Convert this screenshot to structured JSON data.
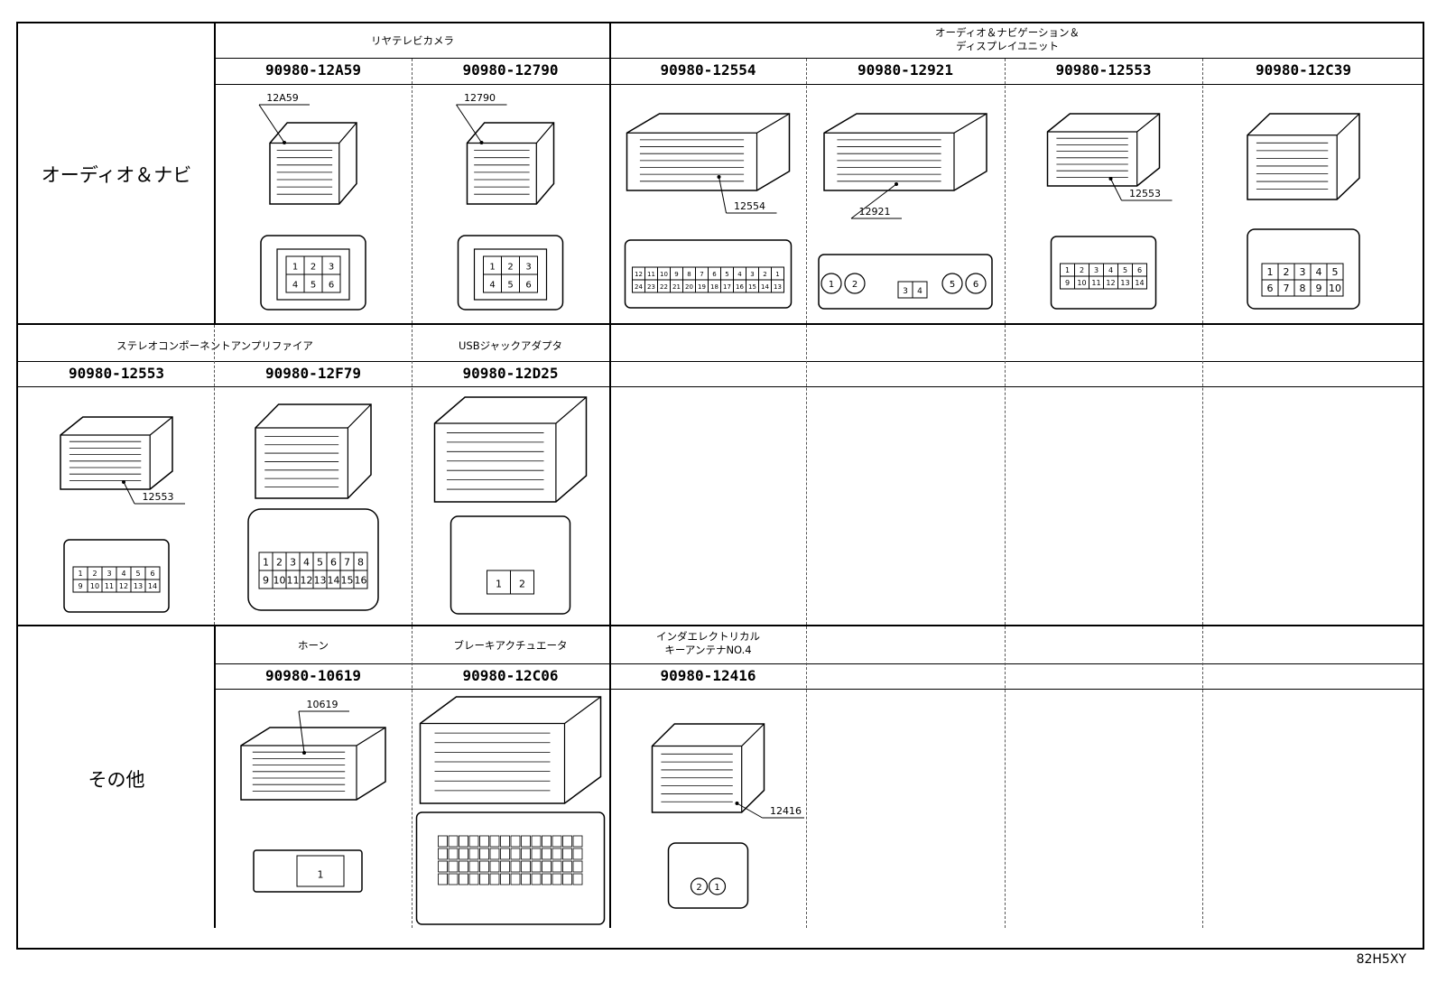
{
  "sections": [
    {
      "category": "オーディオ＆ナビ",
      "groups": [
        {
          "caption": "リヤテレビカメラ"
        },
        {
          "caption": "オーディオ＆ナビゲーション＆\nディスプレイユニット"
        }
      ],
      "parts": [
        {
          "part_no": "90980-12A59",
          "tag": "12A59",
          "type": "small",
          "pins": [
            "1",
            "2",
            "3",
            "4",
            "5",
            "6"
          ]
        },
        {
          "part_no": "90980-12790",
          "tag": "12790",
          "type": "small",
          "pins": [
            "1",
            "2",
            "3",
            "4",
            "5",
            "6"
          ]
        },
        {
          "part_no": "90980-12554",
          "tag": "12554",
          "type": "wide",
          "pins": [
            "12",
            "11",
            "10",
            "9",
            "8",
            "7",
            "6",
            "5",
            "4",
            "3",
            "2",
            "1",
            "24",
            "23",
            "22",
            "21",
            "20",
            "19",
            "18",
            "17",
            "16",
            "15",
            "14",
            "13"
          ]
        },
        {
          "part_no": "90980-12921",
          "tag": "12921",
          "type": "round",
          "pins": [
            "1",
            "2",
            "3",
            "4",
            "5",
            "6"
          ]
        },
        {
          "part_no": "90980-12553",
          "tag": "12553",
          "type": "mid",
          "pins": [
            "1",
            "2",
            "3",
            "4",
            "5",
            "6",
            "9",
            "10",
            "11",
            "12",
            "13",
            "14"
          ]
        },
        {
          "part_no": "90980-12C39",
          "tag": "",
          "type": "ten",
          "pins": [
            "1",
            "2",
            "3",
            "4",
            "5",
            "6",
            "7",
            "8",
            "9",
            "10"
          ]
        }
      ]
    },
    {
      "category": "",
      "groups": [
        {
          "caption": "ステレオコンポーネントアンプリファイア"
        },
        {
          "caption": "USBジャックアダプタ"
        }
      ],
      "parts": [
        {
          "part_no": "90980-12553",
          "tag": "12553",
          "type": "mid",
          "pins": [
            "1",
            "2",
            "3",
            "4",
            "5",
            "6",
            "9",
            "10",
            "11",
            "12",
            "13",
            "14"
          ]
        },
        {
          "part_no": "90980-12F79",
          "tag": "",
          "type": "sixteen",
          "pins": [
            "1",
            "2",
            "3",
            "4",
            "5",
            "6",
            "7",
            "8",
            "9",
            "10",
            "11",
            "12",
            "13",
            "14",
            "15",
            "16"
          ]
        },
        {
          "part_no": "90980-12D25",
          "tag": "",
          "type": "usb",
          "pins": [
            "1",
            "2"
          ]
        }
      ]
    },
    {
      "category": "その他",
      "groups": [
        {
          "caption": "ホーン"
        },
        {
          "caption": "ブレーキアクチュエータ"
        },
        {
          "caption": "インダエレクトリカル\nキーアンテナNO.4"
        }
      ],
      "parts": [
        {
          "part_no": "90980-10619",
          "tag": "10619",
          "type": "horn",
          "pins": [
            "1"
          ]
        },
        {
          "part_no": "90980-12C06",
          "tag": "",
          "type": "brake",
          "pins": []
        },
        {
          "part_no": "90980-12416",
          "tag": "12416",
          "type": "antenna",
          "pins": [
            "2",
            "1"
          ]
        }
      ]
    }
  ],
  "diagram_code": "82H5XY"
}
